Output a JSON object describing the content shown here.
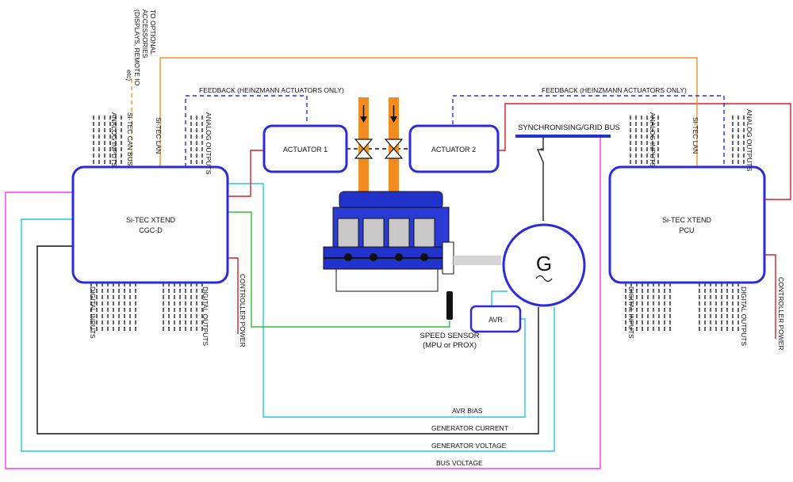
{
  "colors": {
    "box_border": "#2b2bdc",
    "orange_line": "#f0922b",
    "red_line": "#d91f26",
    "blue_dashed": "#2b2bdc",
    "green_line": "#33c233",
    "cyan_line": "#29c6e0",
    "magenta_line": "#ff37ff",
    "black_line": "#111111",
    "pipe": "#f28c20",
    "engine_blue": "#2233cc"
  },
  "boxes": {
    "cgc": {
      "line1": "Si-TEC XTEND",
      "line2": "CGC-D"
    },
    "pcu": {
      "line1": "Si-TEC XTEND",
      "line2": "PCU"
    },
    "actuator1": "ACTUATOR 1",
    "actuator2": "ACTUATOR 2",
    "avr": "AVR",
    "generator_symbol": "G"
  },
  "labels": {
    "optional_accessories": [
      "TO OPTIONAL",
      "ACCESSORIES",
      "(DISPLAYS, REMOTE IO",
      "etc)"
    ],
    "feedback_left": "FEEDBACK (HEINZMANN ACTUATORS ONLY)",
    "feedback_right": "FEEDBACK (HEINZMANN ACTUATORS ONLY)",
    "sync_bus": "SYNCHRONISING/GRID BUS",
    "speed_sensor": [
      "SPEED SENSOR",
      "(MPU or PROX)"
    ],
    "avr_bias": "AVR BIAS",
    "generator_current": "GENERATOR CURRENT",
    "generator_voltage": "GENERATOR VOLTAGE",
    "bus_voltage": "BUS VOLTAGE"
  },
  "left_io": {
    "analog_inputs": "ANALOG INPUTS",
    "can_bus": "Si-TEC CAN BUS",
    "lan": "Si-TEC LAN",
    "analog_outputs": "ANALOG OUTPUTS",
    "digital_inputs": "DIGITAL INPUTS",
    "digital_outputs": "DIGITAL OUTPUTS",
    "controller_power": "CONTROLLER POWER"
  },
  "right_io": {
    "analog_inputs": "ANALOG INPUTS",
    "lan": "Si-TEC LAN",
    "analog_outputs": "ANALOG OUTPUTS",
    "digital_inputs": "DIGITAL INPUTS",
    "digital_outputs": "DIGITAL OUTPUTS",
    "controller_power": "CONTROLLER POWER"
  }
}
